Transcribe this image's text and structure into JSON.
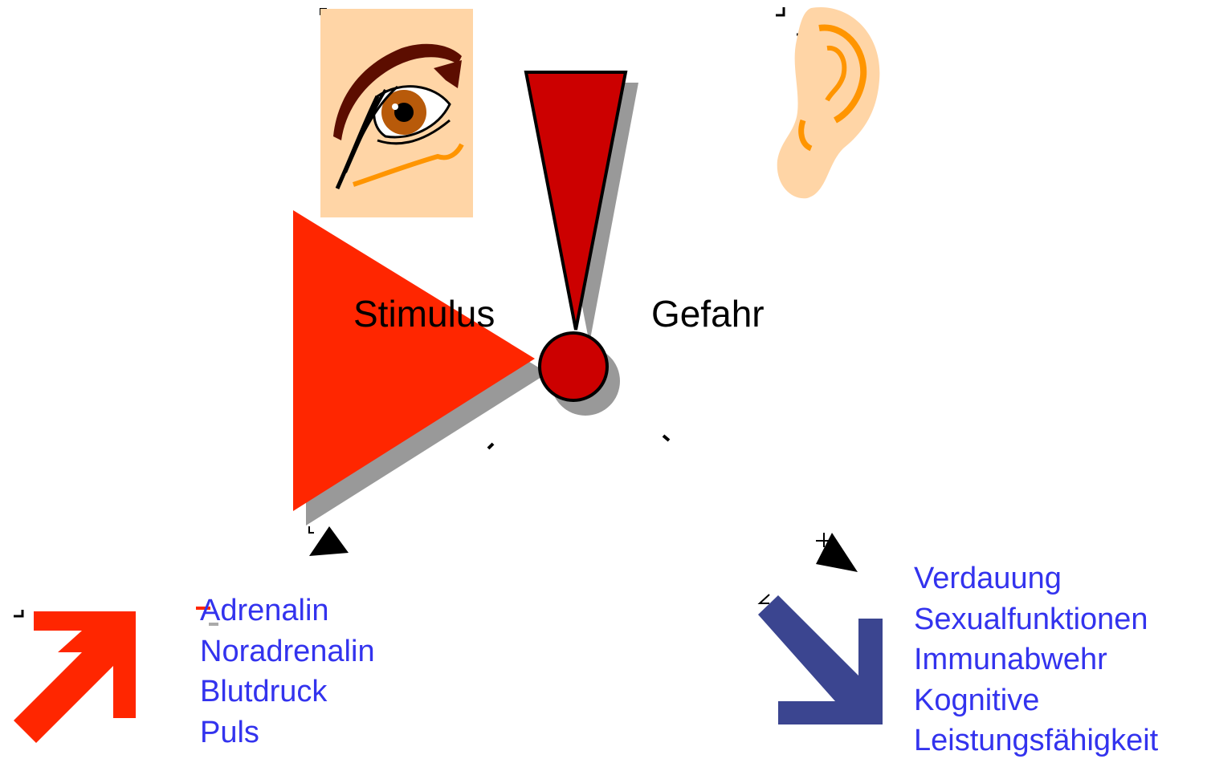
{
  "diagram": {
    "stimulus_label": "Stimulus",
    "danger_label": "Gefahr",
    "increase": {
      "items": [
        "Adrenalin",
        "Noradrenalin",
        "Blutdruck",
        "Puls"
      ]
    },
    "decrease": {
      "items": [
        "Verdauung",
        "Sexualfunktionen",
        "Immunabwehr",
        "Kognitive",
        "Leistungsfähigkeit"
      ]
    }
  },
  "colors": {
    "triangle": "#ff2600",
    "exclamation": "#cc0000",
    "shadow": "#999999",
    "up_arrow": "#ff2600",
    "down_arrow": "#3b4590",
    "list_text": "#3333ee",
    "skin": "#ffd5a6",
    "skin_dark": "#ff9500",
    "eyebrow": "#5c0d00",
    "iris": "#b85a0a"
  },
  "icons": {
    "eye": "eye-icon",
    "ear": "ear-icon",
    "exclamation": "exclamation-mark-icon",
    "up_arrow": "arrow-up-right-icon",
    "down_arrow": "arrow-down-right-icon"
  }
}
